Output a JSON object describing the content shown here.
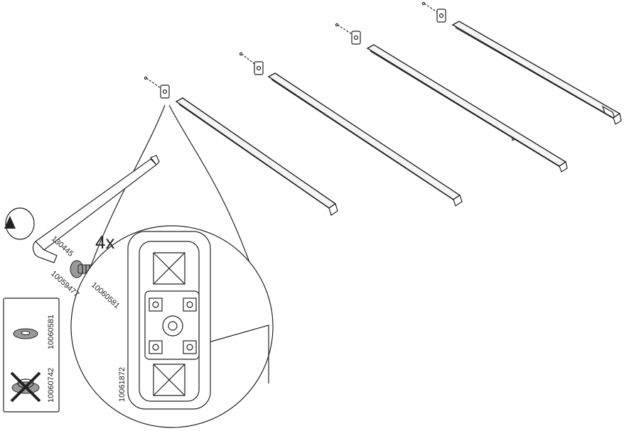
{
  "diagram": {
    "multiplier": "4x",
    "part_labels": {
      "hex_key": "130445",
      "bolt": "10059477",
      "washer": "10060581",
      "bracket": "10061872"
    },
    "legend": {
      "correct_part": "10060581",
      "wrong_part": "10060742"
    },
    "colors": {
      "line": "#222222",
      "metal": "#9a9a9a",
      "background": "#ffffff"
    },
    "icons": [
      "rotate-arrow-icon",
      "hex-key-icon",
      "bolt-icon",
      "washer-icon",
      "bracket-icon",
      "cross-icon"
    ]
  }
}
